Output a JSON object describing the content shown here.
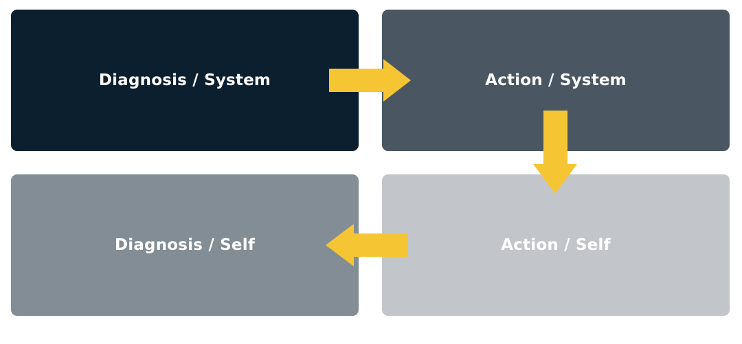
{
  "quadrants": {
    "diagnosis_system": {
      "label": "Diagnosis / System",
      "color": "#0c1f2e"
    },
    "action_system": {
      "label": "Action / System",
      "color": "#4a5763"
    },
    "diagnosis_self": {
      "label": "Diagnosis / Self",
      "color": "#838d95"
    },
    "action_self": {
      "label": "Action / Self",
      "color": "#c2c6cb"
    }
  },
  "arrow_color": "#f5c533"
}
